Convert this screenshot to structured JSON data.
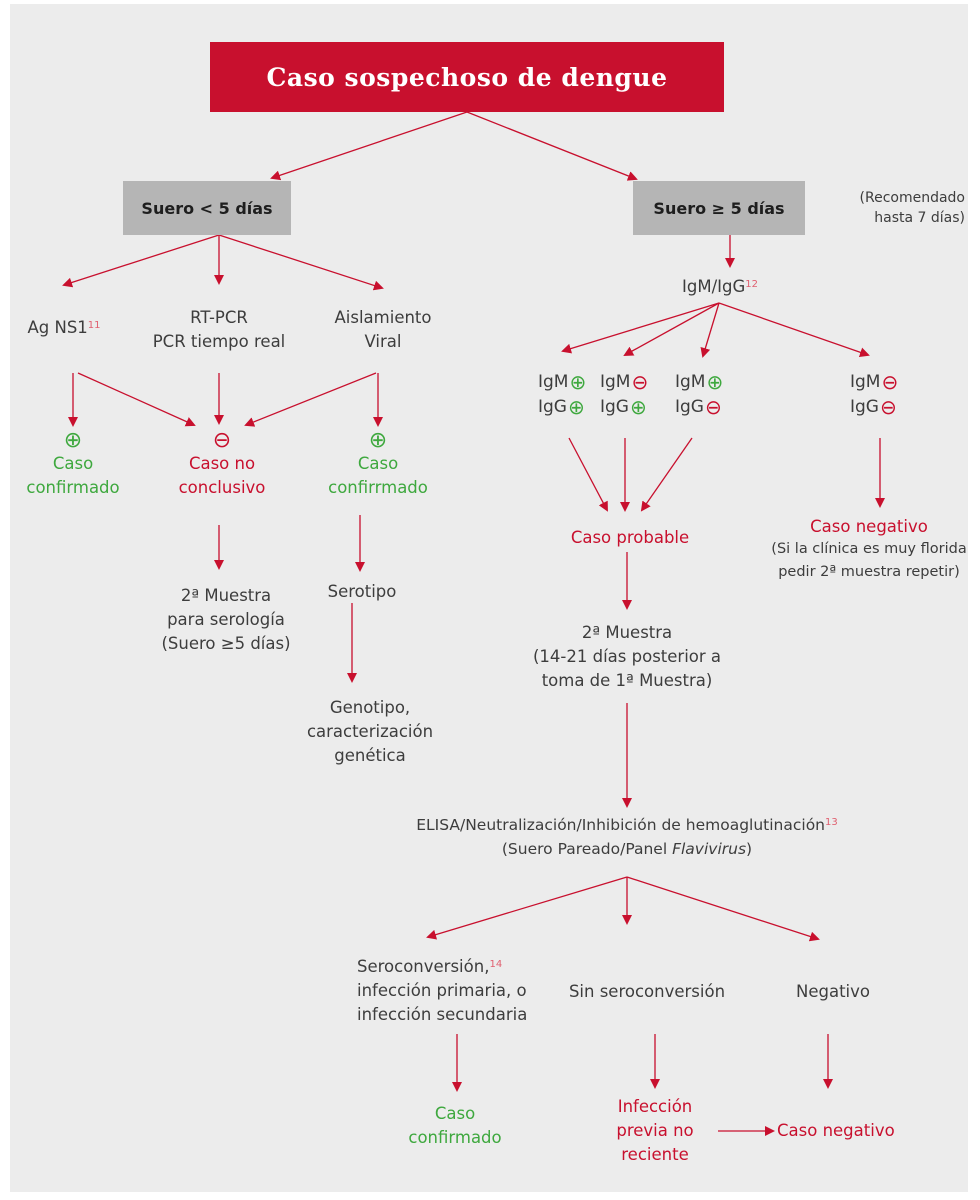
{
  "title": "Caso sospechoso de dengue",
  "left_branch": {
    "label": "Suero < 5 días",
    "tests": {
      "ns1": {
        "label": "Ag NS1",
        "ref": "11"
      },
      "pcr": {
        "line1": "RT-PCR",
        "line2": "PCR tiempo real"
      },
      "viral": {
        "line1": "Aislamiento",
        "line2": "Viral"
      }
    },
    "outcomes": {
      "positive_left": {
        "sign": "⊕",
        "line1": "Caso",
        "line2": "confirmado"
      },
      "negative": {
        "sign": "⊖",
        "line1": "Caso no",
        "line2": "conclusivo"
      },
      "positive_right": {
        "sign": "⊕",
        "line1": "Caso",
        "line2": "confirrmado"
      }
    },
    "second_sample": {
      "line1": "2ª Muestra",
      "line2": "para serología",
      "line3": "(Suero ≥5 días)"
    },
    "serotype": "Serotipo",
    "genotype": {
      "line1": "Genotipo,",
      "line2": "caracterización",
      "line3": "genética"
    }
  },
  "right_branch": {
    "label": "Suero ≥ 5 días",
    "note_line1": "(Recomendado",
    "note_line2": "hasta 7 días)",
    "igm_igg": {
      "label": "IgM/IgG",
      "ref": "12"
    },
    "combos": [
      {
        "igm": "IgM",
        "igm_sign": "⊕",
        "igg": "IgG",
        "igg_sign": "⊕"
      },
      {
        "igm": "IgM",
        "igm_sign": "⊖",
        "igg": "IgG",
        "igg_sign": "⊕"
      },
      {
        "igm": "IgM",
        "igm_sign": "⊕",
        "igg": "IgG",
        "igg_sign": "⊖"
      },
      {
        "igm": "IgM",
        "igm_sign": "⊖",
        "igg": "IgG",
        "igg_sign": "⊖"
      }
    ],
    "probable": "Caso probable",
    "negative_case": {
      "line1": "Caso negativo",
      "line2": "(Si la clínica es muy florida",
      "line3": "pedir 2ª muestra repetir)"
    },
    "second_sample": {
      "line1": "2ª Muestra",
      "line2": "(14-21 días posterior a",
      "line3": "toma de 1ª Muestra)"
    }
  },
  "elisa": {
    "line1": "ELISA/Neutralización/Inhibición de hemoaglutinación",
    "ref": "13",
    "line2_a": "(Suero Pareado/Panel ",
    "line2_b": "Flavivirus",
    "line2_c": ")"
  },
  "results": {
    "seroconversion": {
      "line1": "Seroconversión,",
      "ref": "14",
      "line2": "infección primaria, o",
      "line3": "infección secundaria"
    },
    "no_seroconversion": "Sin seroconversión",
    "negative": "Negativo"
  },
  "final": {
    "confirmed": {
      "line1": "Caso",
      "line2": "confirmado"
    },
    "previous": {
      "line1": "Infección",
      "line2": "previa no",
      "line3": "reciente"
    },
    "negative": "Caso negativo"
  },
  "colors": {
    "red": "#c8102e",
    "green": "#3ea83e",
    "gray_box": "#b5b5b5",
    "background": "#ececec"
  }
}
